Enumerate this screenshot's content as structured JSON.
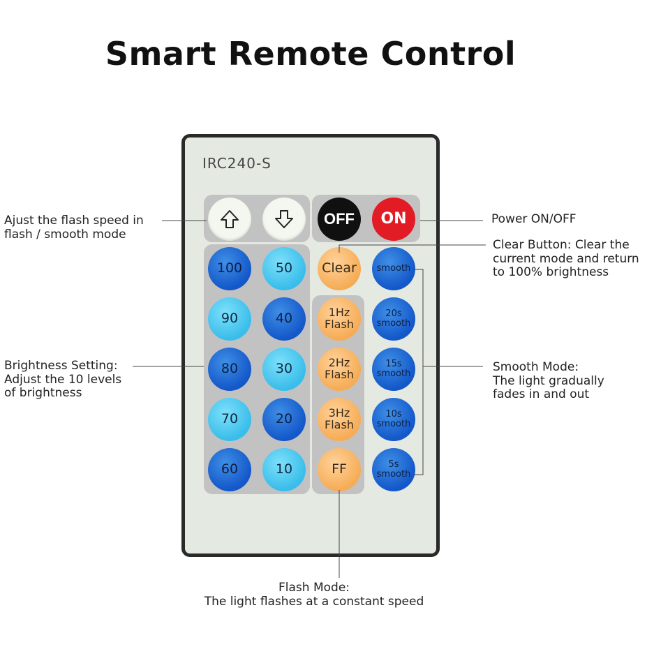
{
  "title": "Smart Remote Control",
  "remote": {
    "model": "IRC240-S",
    "power": {
      "off": "OFF",
      "on": "ON"
    },
    "speed_buttons": [
      "up-arrow-icon",
      "down-arrow-icon"
    ],
    "brightness_left": [
      "100",
      "90",
      "80",
      "70",
      "60"
    ],
    "brightness_right": [
      "50",
      "40",
      "30",
      "20",
      "10"
    ],
    "clear": "Clear",
    "flash": {
      "hz1": [
        "1Hz",
        "Flash"
      ],
      "hz2": [
        "2Hz",
        "Flash"
      ],
      "hz3": [
        "3Hz",
        "Flash"
      ],
      "ff": "FF"
    },
    "smooth": {
      "main": "smooth",
      "s20": [
        "20s",
        "smooth"
      ],
      "s15": [
        "15s",
        "smooth"
      ],
      "s10": [
        "10s",
        "smooth"
      ],
      "s5": [
        "5s",
        "smooth"
      ]
    }
  },
  "annotations": {
    "speed": [
      "Ajust the flash speed in",
      "flash / smooth mode"
    ],
    "power": "Power ON/OFF",
    "clear": [
      "Clear Button: Clear the",
      "current mode and return",
      "to 100% brightness"
    ],
    "brightness": [
      "Brightness Setting:",
      "Adjust the 10 levels",
      "of brightness"
    ],
    "smooth_mode": [
      "Smooth Mode:",
      "The light gradually",
      "fades in and out"
    ],
    "flash_mode": [
      "Flash Mode:",
      "The light flashes at a constant speed"
    ]
  },
  "colors": {
    "dark_blue": "#1357c9",
    "light_blue": "#39bdea",
    "orange": "#f6ac56",
    "on_red": "#e21c24",
    "off_black": "#101010"
  }
}
